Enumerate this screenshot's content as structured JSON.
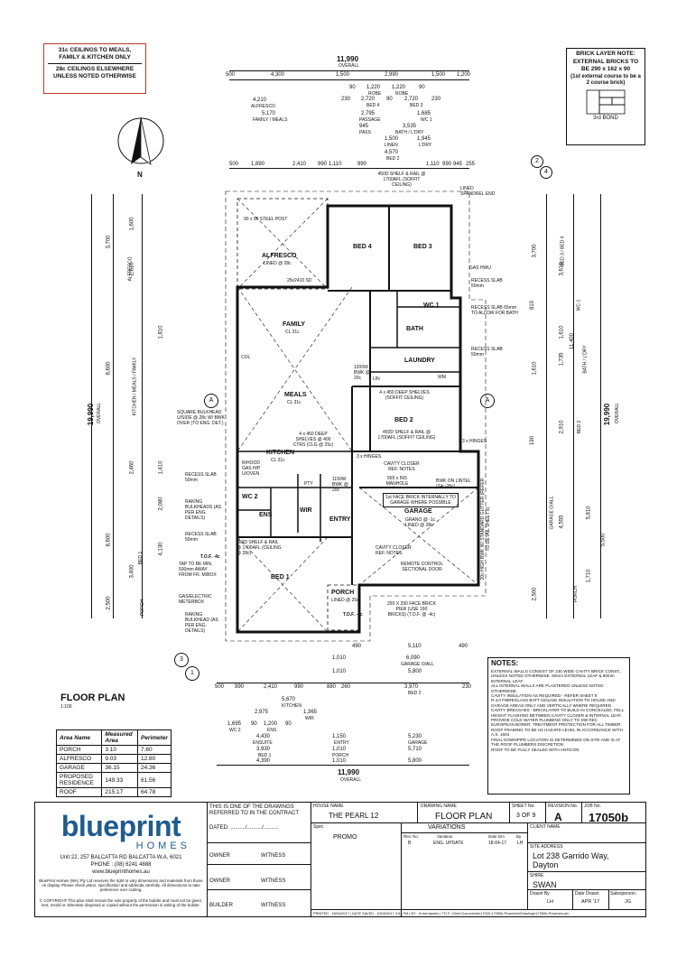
{
  "ceiling_note": {
    "line1": "31c CEILINGS TO MEALS, FAMILY & KITCHEN ONLY",
    "line2": "28c CEILINGS ELSEWHERE UNLESS NOTED OTHERWISE"
  },
  "brick_note": {
    "title": "BRICK LAYER NOTE:",
    "body": "EXTERNAL BRICKS TO BE 290 x 162 x 90",
    "sub": "(1st external course to be a 2 course brick)",
    "bond": "3rd BOND"
  },
  "north": {
    "label": "N"
  },
  "overall_top": {
    "value": "11,990",
    "label": "OVERALL"
  },
  "overall_bottom": {
    "value": "11,990",
    "label": "OVERALL"
  },
  "overall_left": {
    "value": "19,990",
    "label": "OVERALL"
  },
  "overall_right": {
    "value": "19,990",
    "label": "OVERALL"
  },
  "top_dims": {
    "row1": [
      "500",
      "4,300",
      "1,500",
      "2,990",
      "1,500",
      "1,200"
    ],
    "row2": [
      "90",
      "1,220",
      "1,220",
      "90"
    ],
    "row2b": [
      "ROBE",
      "ROBE"
    ],
    "row3": [
      "230",
      "2,720",
      "90",
      "2,720",
      "230"
    ],
    "row3b": [
      "BED 4",
      "BED 3"
    ],
    "row4": [
      "4,210",
      "ALFRESCO"
    ],
    "row5": [
      "5,170",
      "FAMILY / MEALS",
      "2,795",
      "PASSAGE",
      "1,685",
      "WC 1"
    ],
    "row6": [
      "945",
      "PASS",
      "3,535",
      "BATH / L'DRY"
    ],
    "row7": [
      "1,500",
      "LINEN",
      "1,945",
      "L'DRY"
    ],
    "row8": [
      "4,570",
      "BED 2"
    ],
    "row9": [
      "500",
      "1,890",
      "2,410",
      "990",
      "1,110",
      "990",
      "1,110",
      "990",
      "945",
      "255"
    ]
  },
  "rooms": {
    "bed4": "BED 4",
    "bed3": "BED 3",
    "alfresco": "ALFRESCO",
    "alfresco_sub": "LINED @ 28c",
    "family": "FAMILY",
    "family_sub": "CL 31c",
    "meals": "MEALS",
    "meals_sub": "CL 31c",
    "wc1": "WC 1",
    "bath": "BATH",
    "laundry": "LAUNDRY",
    "bed2": "BED 2",
    "kitchen": "KITCHEN",
    "kitchen_sub": "CL 31c",
    "wc2": "WC 2",
    "ens": "ENS",
    "wir": "WIR",
    "entry": "ENTRY",
    "garage": "GARAGE",
    "garage_sub": "GRANO @ -1c",
    "garage_sub2": "LINED @ 28c",
    "bed1": "BED 1",
    "porch": "PORCH",
    "porch_sub": "LINED @ 25c",
    "pty": "PTY",
    "lin": "LIN",
    "wm": "WM"
  },
  "annotations": {
    "steel_post": "90 x 90 STEEL POST",
    "shelf_top": "450D SHELF & RAIL @ 1700AFL (SOFFIT CEILING)",
    "lined_spandrel": "LINED SPANDREL END",
    "gas_hwu": "GAS HWU",
    "recess_slab1": "RECESS SLAB 50mm",
    "recess_slab2": "RECESS SLAB 65mm TO ALLOW FOR BATH",
    "recess_slab3": "RECESS SLAB 50mm",
    "sd": "25x2410 SD",
    "deep_shelves": "4 x 450 DEEP SHELVES (SOFFIT CEILING)",
    "shelf_bed2": "450D SHELF & RAIL @ 1700AFL (SOFFIT CEILING)",
    "hinges1": "3 x HINGES",
    "hinges2": "3 x HINGES",
    "square_bulkhead": "SQUARE BULKHEAD U/SIDE @ 28c W/ BWK OVER (TO ENG. DET.)",
    "kitchen_shelves": "4 x 450 DEEP SHELVES @ 400 CTRS (CLG @ 25c)",
    "rhood": "R/HOOD GAS H/P U/OVEN",
    "recess_slab4": "RECESS SLAB 50mm",
    "raking1": "RAKING BULKHEADS (AS PER ENG. DETAILS)",
    "recess_slab5": "RECESS SLAB 50mm",
    "tof1": "T.O.F. -4c",
    "tap": "TAP TO BE MIN. 500mm AWAY FROM FR. M/BOX",
    "meterbox": "GAS/ELECTRIC METERBOX",
    "raking2": "RAKING BULKHEAD (AS PER ENG. DETAILS)",
    "shelf_bed1": "450D SHELF & RAIL @ 1700AFL (CEILING @ 28c)",
    "cavity1": "CAVITY CLOSER REF. NOTES",
    "manhole": "565 x 565 MANHOLE",
    "face_brick": "1st FACE BRICK INTERNALLY TO GARAGE WHERE POSSIBLE",
    "bwk_lintel": "BWK ON LINTEL (24c-28c)",
    "cavity2": "CAVITY CLOSER REF. NOTES",
    "remote": "REMOTE CONTROL SECTIONAL DOOR",
    "std_gutter": "20c HIGH BWK W/ STANDARD GUTTER (REFER TO DETAIL SHEET 8)",
    "brick_pier": "290 X 290 FACE BRICK PIER (USE 190 BRICKS) (T.O.F. @ -4c)",
    "tof2": "T.O.F. -4c",
    "col": "COL",
    "bwk": "1150W BWK @ 20c",
    "bwk2": "1200W BWK @ 20c"
  },
  "right_dims": {
    "col1": [
      "3,700",
      "11,400",
      "810",
      "1,610",
      "190",
      "4,555",
      "2,500"
    ],
    "labels": [
      "BED 3 / BED 4",
      "WC 1",
      "BATH / L'DRY",
      "BED 2",
      "GARAGE O/ALL",
      "PORCH"
    ],
    "col2": [
      "3,610",
      "1,610",
      "1,735",
      "2,910",
      "5,810",
      "1,710",
      "5,500"
    ]
  },
  "left_dims": {
    "col1": [
      "3,700",
      "8,600",
      "8,600",
      "2,500"
    ],
    "labels": [
      "ALFRESCO",
      "KITCHEN / MEALS / FAMILY",
      "BED 1",
      "PORCH"
    ],
    "col2": [
      "1,600",
      "2,610",
      "1,810",
      "1,410",
      "2,460",
      "2,080",
      "3,400",
      "4,130"
    ]
  },
  "bottom_dims": {
    "row1": [
      "490",
      "5,110",
      "490"
    ],
    "row2": [
      "1,010",
      "6,090",
      "GARAGE O/ALL"
    ],
    "row3": [
      "1,010",
      "5,800"
    ],
    "row4": [
      "500",
      "990",
      "2,410",
      "990",
      "880",
      "260",
      "3,970",
      "230"
    ],
    "row4b": [
      "BED 2"
    ],
    "row5": [
      "5,670",
      "KITCHEN"
    ],
    "row6": [
      "2,975",
      "1,365",
      "WIR"
    ],
    "row7": [
      "1,695",
      "WC 2",
      "90",
      "1,200",
      "90",
      "ENS"
    ],
    "row8": [
      "4,430",
      "ENSUITE",
      "1,150",
      "ENTRY",
      "5,230",
      "GARAGE"
    ],
    "row9": [
      "3,930",
      "BED 1",
      "1,010",
      "PORCH",
      "5,710"
    ],
    "row10": [
      "4,390",
      "1,010",
      "5,800"
    ]
  },
  "section_markers": [
    "A",
    "A",
    "1",
    "2",
    "3",
    "4"
  ],
  "floor_plan": {
    "title": "FLOOR PLAN",
    "scale": "1:100"
  },
  "area_table": {
    "headers": [
      "Area Name",
      "Measured Area",
      "Perimeter"
    ],
    "rows": [
      [
        "PORCH",
        "3.10",
        "7.60"
      ],
      [
        "ALFRESCO",
        "9.03",
        "12.80"
      ],
      [
        "GARAGE",
        "36.15",
        "24.36"
      ],
      [
        "PROPOSED RESIDENCE",
        "149.33",
        "61.56"
      ],
      [
        "ROOF",
        "215.17",
        "64.78"
      ]
    ]
  },
  "notes": {
    "title": "NOTES:",
    "items": [
      "EXTERNAL WALLS CONSIST OF 230 WIDE CAVITY BRICK CONST., UNLESS NOTED OTHERWISE. 90mm EXTERNAL LEAF & 90mm INTERNAL LEAF.",
      "ALL INTERNAL WALLS ARE PLASTERED UNLESS NOTED OTHERWISE.",
      "CAVITY INSULATION AS REQUIRED - REFER SHEET 9",
      "R 4.0 FIBREGLASS BATT CEILING INSULATION TO HOUSE AND GARAGE AREAS ONLY AND VERTICALLY WHERE REQUIRED",
      "CAVITY BREACHES - BRICKLAYER TO BUILD IN CONCEALED, FELL HEIGHT FLASHING BETWEEN CAVITY CLOSER & INTERNAL LEAF.",
      "PROVIDE COLD WATER PLUMBING ONLY TO DW REC",
      "EUROPEAN BORER: TREATMENT PROTECTION FOR ALL TIMBER ROOF FRAMING TO BE H2 HAZARD LEVEL IN ACCORDANCE WITH A.S. 1604",
      "FINAL DOWNPIPE LOCATION IS DETERMINED ON SITE AND IS AT THE ROOF PLUMBERS DISCRETION",
      "ROOF TO BE FULLY SEALED WITH ANTICON"
    ]
  },
  "title_block": {
    "logo_main": "blueprint",
    "logo_sub": "HOMES",
    "address": "Unit 22, 257 BALCATTA RD BALCATTA W.A. 6021",
    "phone": "PHONE : (08) 6241 4888",
    "web": "www.blueprinthomes.au",
    "disclaimer": "BluePrint Homes (WA) Pty Ltd reserves the right to vary dimensions and materials from those on display. Please check plans, specification and addenda carefully. All dimensions to take preference over scaling.",
    "copyright": "© COPYRIGHT This plan shall remain the sole property of the builder and must not be given, lent, resold or otherwise disposed or copied without the permission in writing of the builder.",
    "contract_line1": "THIS IS ONE OF THE DRAWINGS",
    "contract_line2": "REFERRED TO IN THE CONTRACT",
    "dated": "DATED: ........../........../..........",
    "owner1": "OWNER",
    "witness1": "WITNESS",
    "owner2": "OWNER",
    "witness2": "WITNESS",
    "builder": "BUILDER",
    "witness3": "WITNESS",
    "house_name_label": "HOUSE NAME",
    "house_name": "THE PEARL 12",
    "drawing_name_label": "DRAWING NAME",
    "drawing_name": "FLOOR PLAN",
    "sheet_label": "SHEET No.",
    "sheet": "3 OF 9",
    "revision_label": "REVISION No.",
    "revision": "A",
    "job_label": "JOB No.",
    "job": "17050b",
    "spec_label": "Spec",
    "spec": "PROMO",
    "variations": "VARIATIONS",
    "var_headers": [
      "Rev. No.",
      "Variation",
      "Date Drn",
      "By"
    ],
    "var_row": [
      "B",
      "ENG. UPDATE",
      "18-04-17",
      "LH"
    ],
    "client_label": "CLIENT NAME",
    "site_label": "SITE ADDRESS",
    "site": "Lot 238 Garrido Way, Dayton",
    "shire_label": "SHIRE",
    "shire": "SWAN",
    "drawn_by_label": "Drawn By",
    "drawn_by": "LH",
    "date_label": "Date Drawn.",
    "date": "APR '17",
    "sales_label": "Salesperson.",
    "sales": "JG",
    "footer": "PRINTED : 18/04/2017 | DATE SAVED : 10/04/2017 3:54 PM | BY : lh.hernandez | TO F: Client Documents\\17000-17050b-Pracinem\\Drawings\\17050b-Pracinem.pln"
  }
}
